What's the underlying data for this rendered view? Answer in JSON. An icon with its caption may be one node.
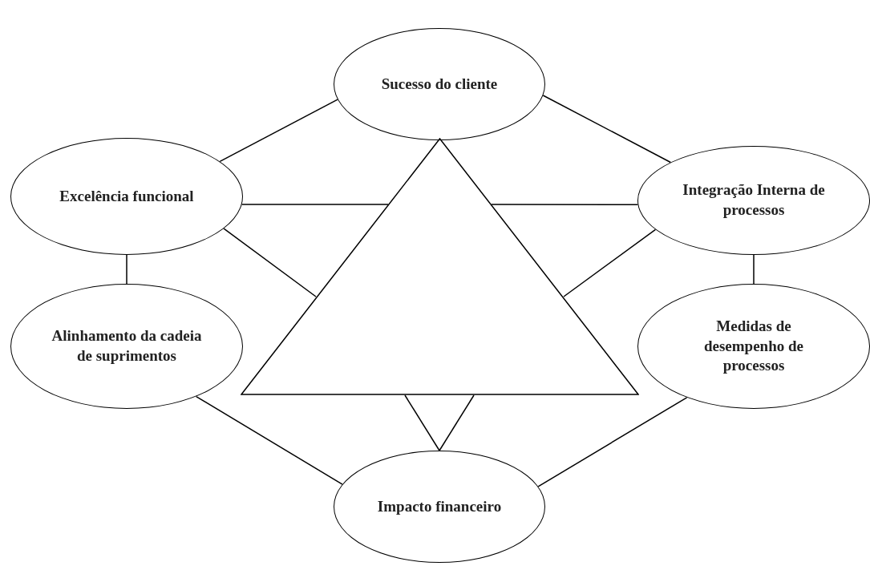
{
  "diagram": {
    "nodes": [
      {
        "text": [
          "Sucesso do cliente"
        ]
      },
      {
        "text": [
          "Excelência funcional"
        ]
      },
      {
        "text": [
          "Integração Interna de processos"
        ]
      },
      {
        "text": [],
        "shape": "triangle"
      },
      {
        "text": [
          "Alinhamento da cadeia de suprimentos"
        ]
      },
      {
        "text": [
          "Medidas de desempenho de processos"
        ]
      },
      {
        "text": [
          "Impacto financeiro"
        ]
      }
    ],
    "edges": [
      {
        "from": 0,
        "to": 1,
        "arrow": "none"
      },
      {
        "from": 0,
        "to": 2,
        "arrow": "none"
      },
      {
        "from": 1,
        "to": 3,
        "arrow": "none"
      },
      {
        "from": 1,
        "to": 3,
        "arrow": "none"
      },
      {
        "from": 2,
        "to": 3,
        "arrow": "none"
      },
      {
        "from": 2,
        "to": 3,
        "arrow": "none"
      },
      {
        "from": 1,
        "to": 4,
        "arrow": "none"
      },
      {
        "from": 2,
        "to": 5,
        "arrow": "none"
      },
      {
        "from": 6,
        "to": 3,
        "arrow": "none"
      },
      {
        "from": 6,
        "to": 3,
        "arrow": "none"
      },
      {
        "from": 4,
        "to": 6,
        "arrow": "none"
      },
      {
        "from": 5,
        "to": 6,
        "arrow": "none"
      }
    ]
  }
}
